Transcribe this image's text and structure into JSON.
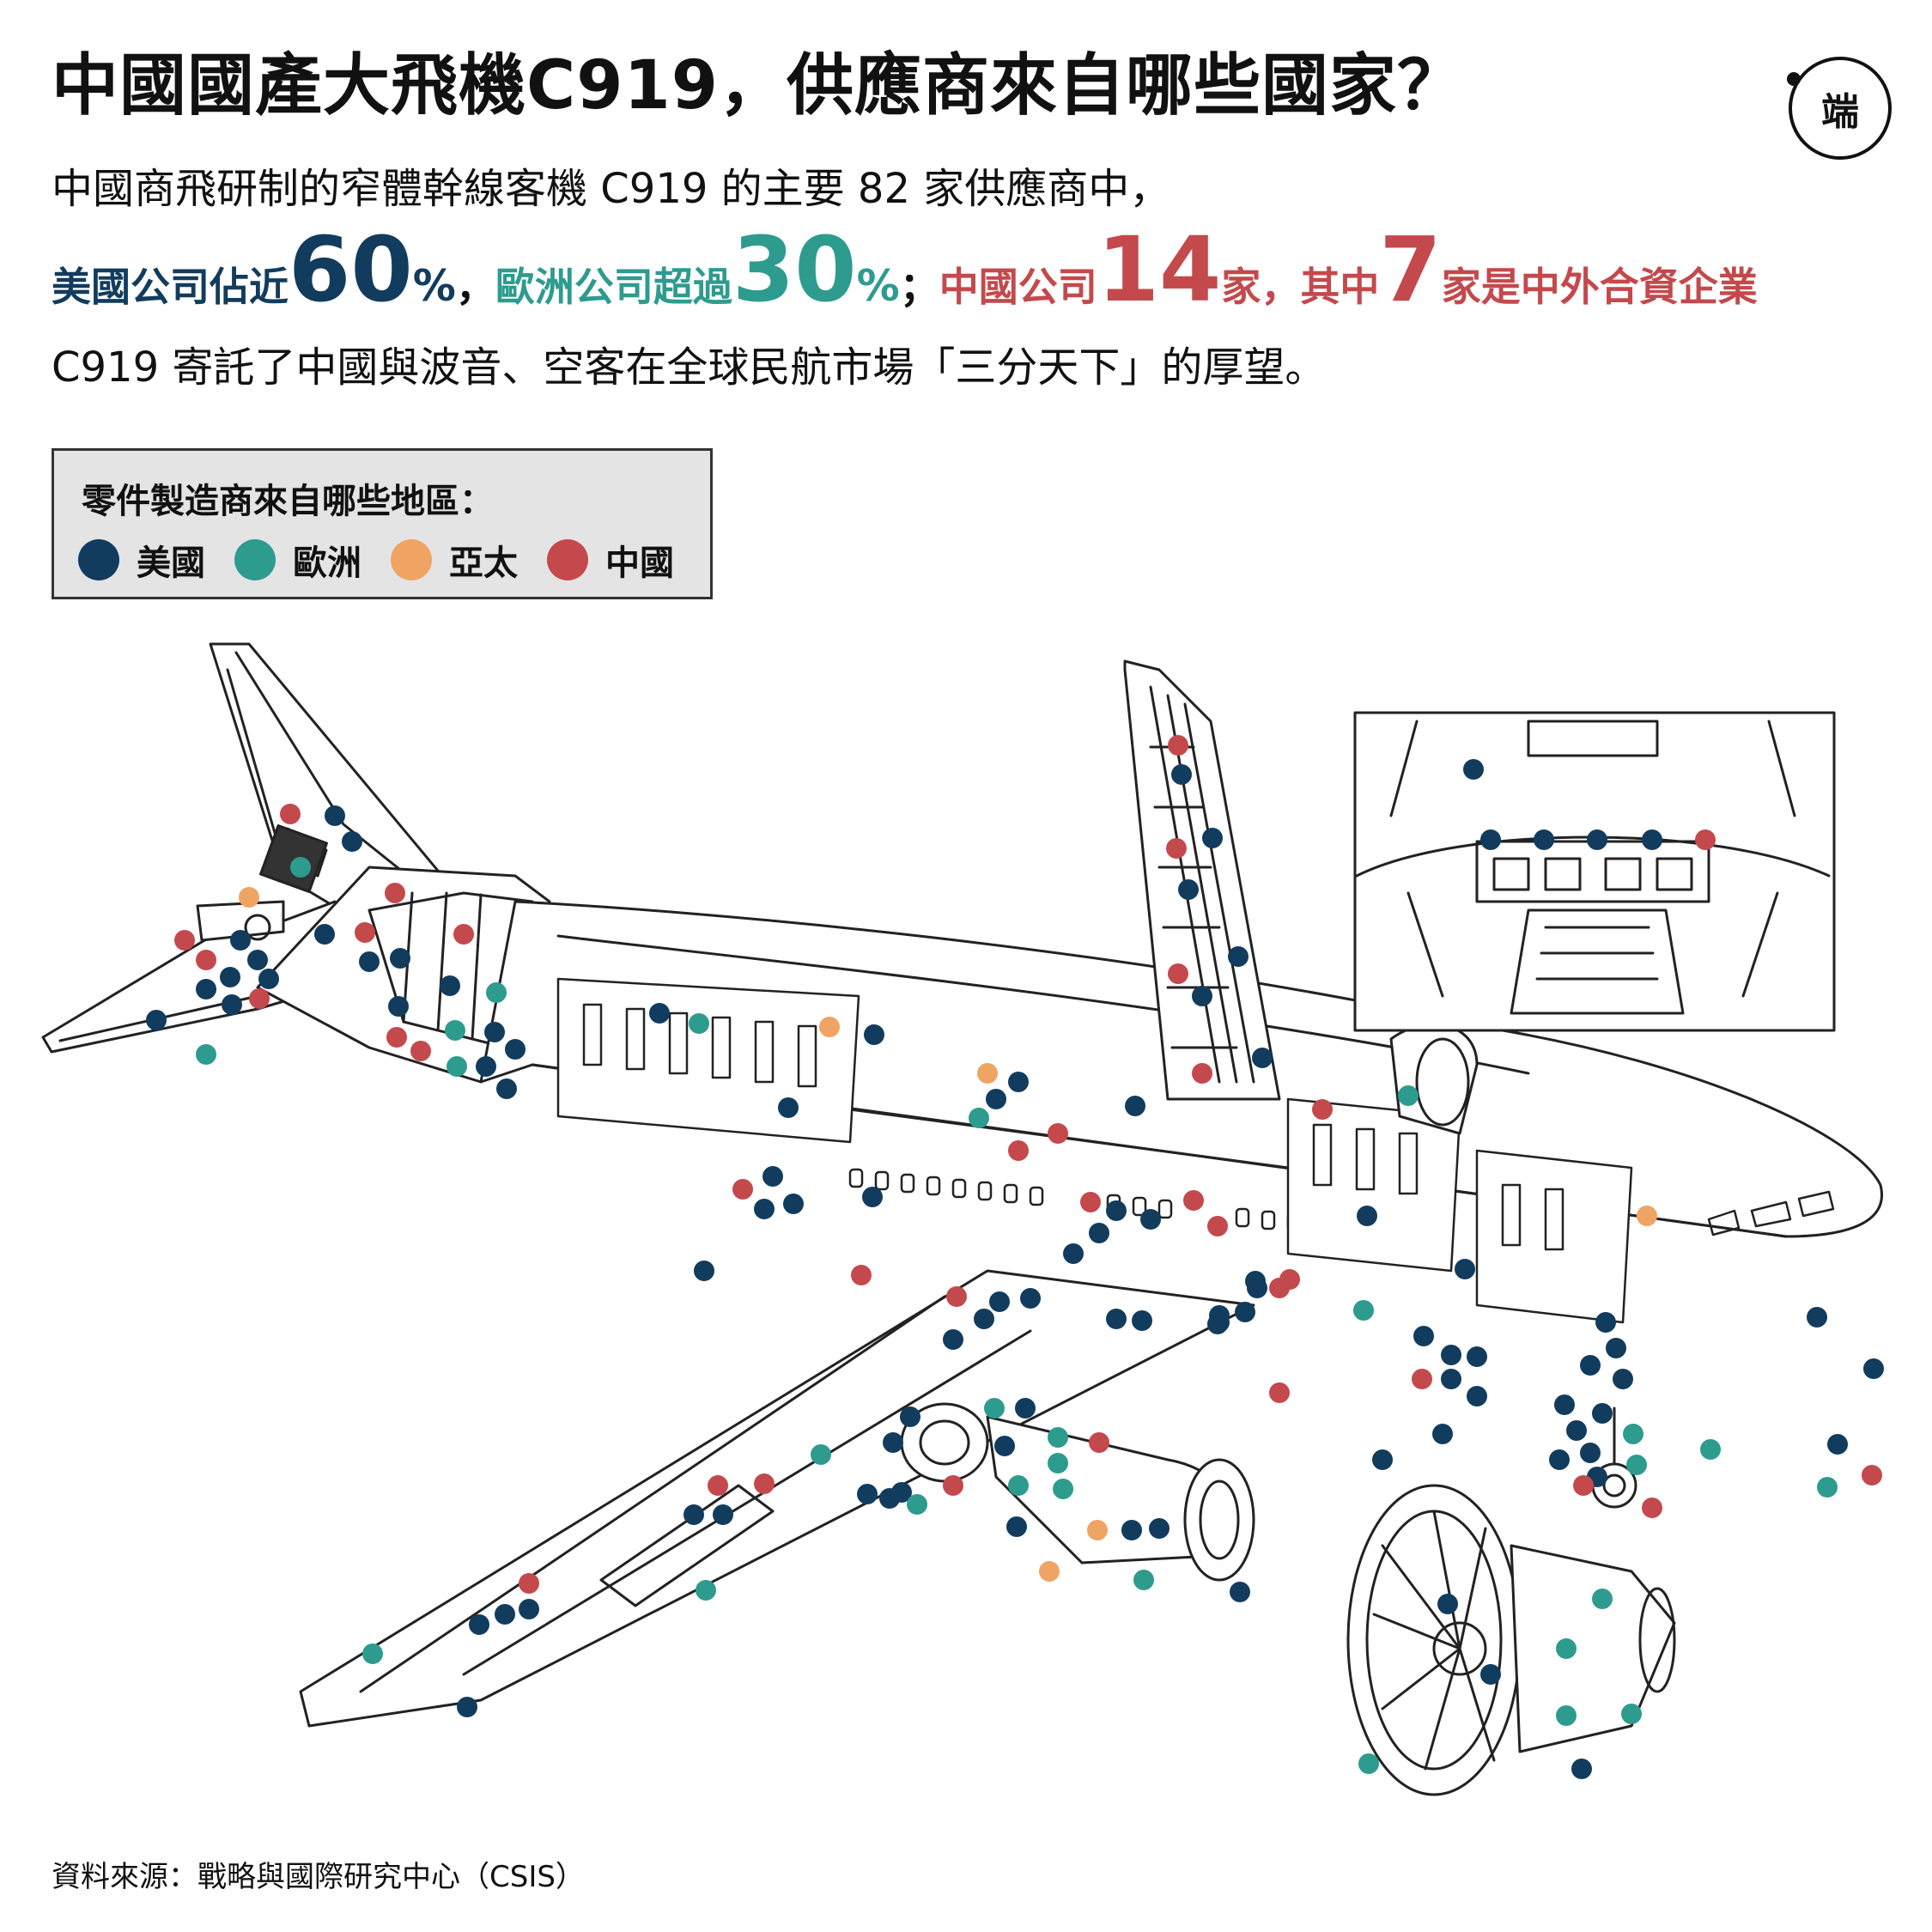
{
  "header": {
    "title": "中國國產大飛機C919，供應商來自哪些國家？",
    "logo_text": "端",
    "intro": "中國商飛研制的窄體幹線客機 C919 的主要 82 家供應商中，",
    "highlight": {
      "us_label": "美國公司佔近",
      "us_value": "60",
      "us_unit": "%",
      "sep1": "，",
      "eu_label": "歐洲公司超過",
      "eu_value": "30",
      "eu_unit": "%",
      "sep2": "；",
      "cn_label": "中國公司",
      "cn_value": "14",
      "cn_unit": "家",
      "sep3": "，",
      "cn_mid": "其中",
      "jv_value": "7",
      "jv_tail": "家是中外合資企業"
    },
    "outro": "C919 寄託了中國與波音、空客在全球民航市場「三分天下」的厚望。"
  },
  "legend": {
    "title": "零件製造商來自哪些地區：",
    "items": [
      {
        "label": "美國",
        "color": "#123c5e"
      },
      {
        "label": "歐洲",
        "color": "#2e9b8f"
      },
      {
        "label": "亞太",
        "color": "#f0a463"
      },
      {
        "label": "中國",
        "color": "#c4494c"
      }
    ]
  },
  "colors": {
    "us": "#123c5e",
    "eu": "#2e9b8f",
    "ap": "#f0a463",
    "cn": "#c4494c",
    "line": "#222222"
  },
  "footer": {
    "source": "資料來源：戰略與國際研究中心（CSIS）"
  }
}
